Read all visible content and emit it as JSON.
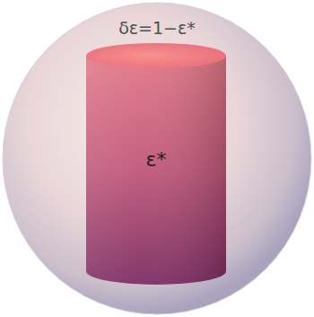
{
  "diagram": {
    "nodes": [
      {
        "text": [
          "δε=1−ε*"
        ]
      },
      {
        "text": [
          "ε*"
        ],
        "in": 0
      }
    ]
  }
}
